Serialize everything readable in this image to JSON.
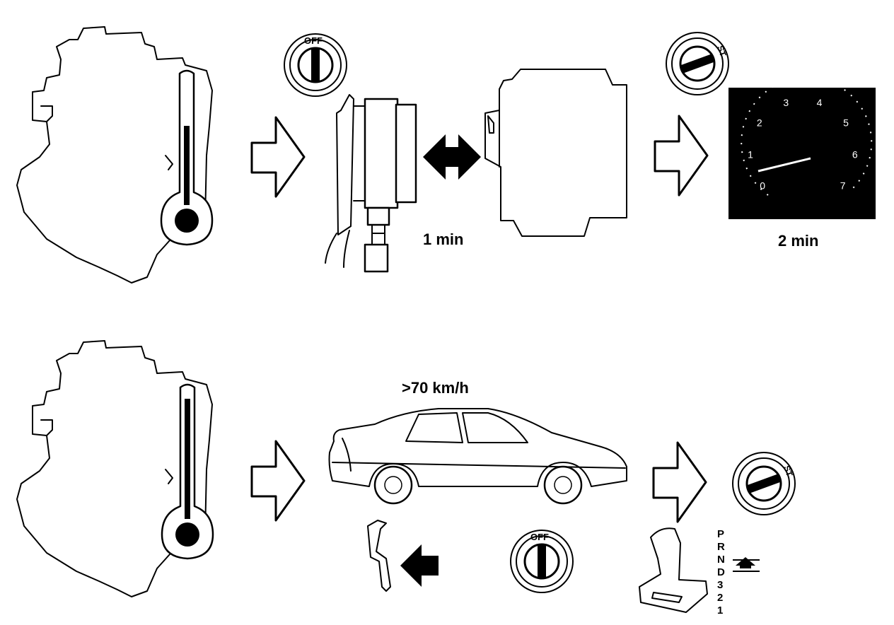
{
  "labels": {
    "row1_time_1": "1 min",
    "row1_time_2": "2 min",
    "row2_speed": ">70 km/h"
  },
  "ignition": {
    "off_label": "OFF",
    "start_label": "ST"
  },
  "tachometer": {
    "ticks": [
      "0",
      "1",
      "2",
      "3",
      "4",
      "5",
      "6",
      "7"
    ]
  },
  "gear_selector": {
    "positions": [
      "P",
      "R",
      "N",
      "D",
      "3",
      "2",
      "1"
    ]
  },
  "colors": {
    "ink": "#000000",
    "paper": "#ffffff"
  }
}
